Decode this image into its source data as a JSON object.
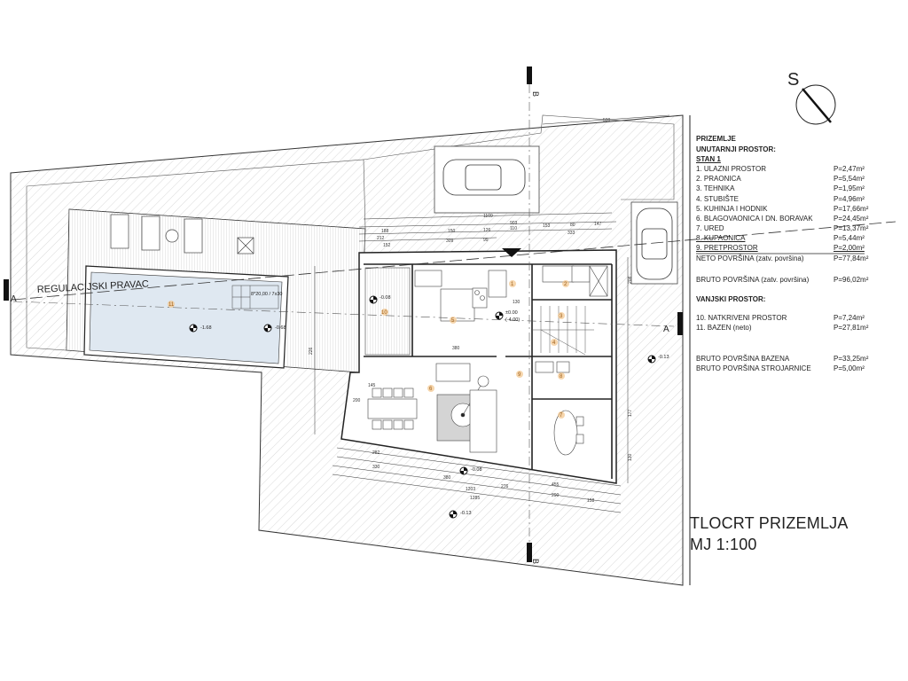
{
  "plan": {
    "title": "TLOCRT PRIZEMLJA",
    "scale": "MJ 1:100",
    "north_label": "S",
    "section_b": "B",
    "section_a": "A",
    "regulation_line": "REGULACIJSKI PRAVAC",
    "elevations": [
      "-1.68",
      "-0.68",
      "-0.08",
      "±0.00",
      "(-4.00)",
      "-0.08",
      "-0.13",
      "-0.13"
    ],
    "room_numbers": [
      "1",
      "2",
      "3",
      "4",
      "5",
      "6",
      "7",
      "8",
      "9",
      "10",
      "11"
    ],
    "dimensions": [
      "500",
      "1109",
      "903",
      "188",
      "212",
      "152",
      "150",
      "126",
      "110",
      "153",
      "80",
      "147",
      "309",
      "99",
      "333",
      "380",
      "130",
      "145",
      "200",
      "282",
      "330",
      "380",
      "1203",
      "1285",
      "276",
      "290",
      "158",
      "455",
      "208",
      "177",
      "130",
      "226"
    ],
    "stair_note": "8*20,00 / 7x30",
    "colors": {
      "pool": "#dfe8f1",
      "room_marker": "#f2c48a",
      "line": "#222222"
    }
  },
  "legend": {
    "heading": "PRIZEMLJE",
    "interior_heading": "UNUTARNJI PROSTOR:",
    "unit": "STAN 1",
    "rooms": [
      {
        "name": "1. ULAZNI PROSTOR",
        "area": "P=2,47m²"
      },
      {
        "name": "2. PRAONICA",
        "area": "P=5,54m²"
      },
      {
        "name": "3. TEHNIKA",
        "area": "P=1,95m²"
      },
      {
        "name": "4. STUBIŠTE",
        "area": "P=4,96m²"
      },
      {
        "name": "5. KUHINJA I HODNIK",
        "area": "P=17,66m²"
      },
      {
        "name": "6. BLAGOVAONICA I DN. BORAVAK",
        "area": "P=24,45m²"
      },
      {
        "name": "7. URED",
        "area": "P=13,37m²"
      },
      {
        "name": "8. KUPAONICA",
        "area": "P=5,44m²"
      },
      {
        "name": "9. PRETPROSTOR",
        "area": "P=2,00m²"
      }
    ],
    "net_label": "NETO POVRŠINA (zatv. površina)",
    "net_value": "P=77,84m²",
    "gross_label": "BRUTO POVRŠINA (zatv. površina)",
    "gross_value": "P=96,02m²",
    "exterior_heading": "VANJSKI PROSTOR:",
    "exterior": [
      {
        "name": "10. NATKRIVENI PROSTOR",
        "area": "P=7,24m²"
      },
      {
        "name": "11. BAZEN  (neto)",
        "area": "P=27,81m²"
      }
    ],
    "pool_gross_label": "BRUTO POVRŠINA BAZENA",
    "pool_gross_value": "P=33,25m²",
    "machine_gross_label": "BRUTO POVRŠINA STROJARNICE",
    "machine_gross_value": "P=5,00m²"
  }
}
